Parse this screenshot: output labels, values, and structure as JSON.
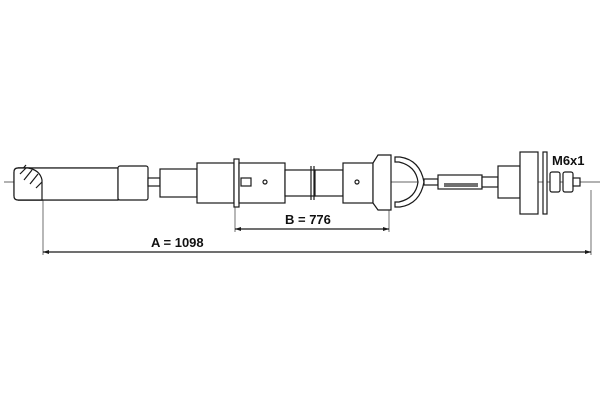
{
  "drawing": {
    "subject": "clutch cable technical drawing",
    "dimensions": {
      "a_label": "A = 1098",
      "b_label": "B = 776"
    },
    "thread_label": "M6x1",
    "colors": {
      "background": "#ffffff",
      "line": "#1a1a1a"
    }
  }
}
